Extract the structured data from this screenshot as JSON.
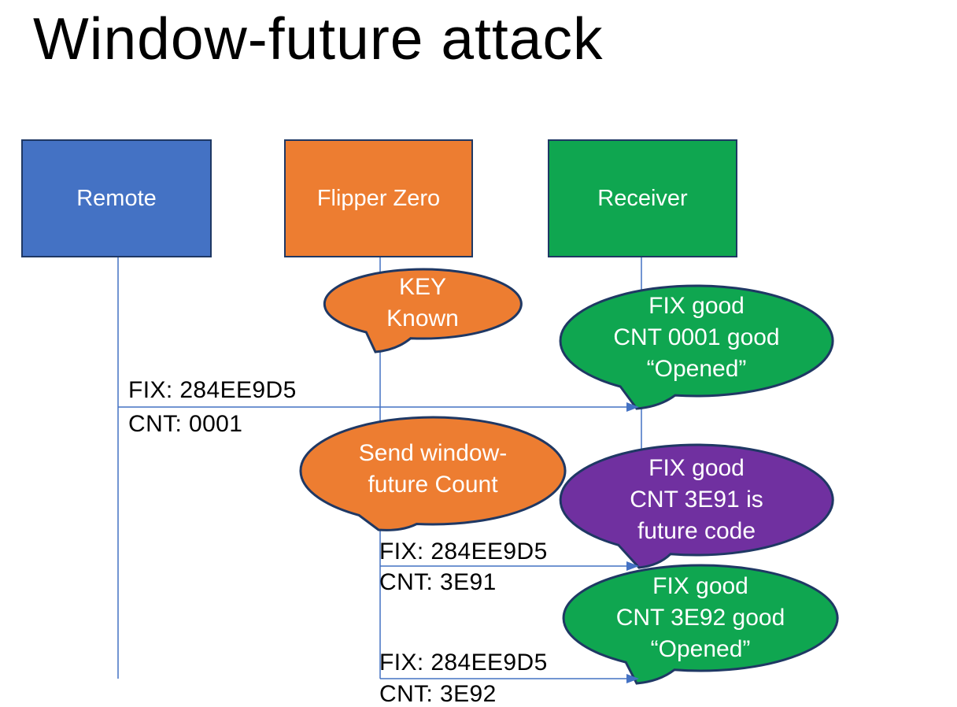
{
  "slide": {
    "title": "Window-future attack"
  },
  "colors": {
    "blue": "#4472C4",
    "orange": "#ED7D31",
    "green": "#0FA650",
    "purple": "#7030A0",
    "outline": "#1F3864",
    "line": "#4472C4"
  },
  "actors": [
    {
      "id": "remote",
      "label": "Remote"
    },
    {
      "id": "flipper",
      "label": "Flipper Zero"
    },
    {
      "id": "receiver",
      "label": "Receiver"
    }
  ],
  "callouts": [
    {
      "id": "key-known",
      "lines": [
        "KEY",
        "Known"
      ]
    },
    {
      "id": "fix-0001",
      "lines": [
        "FIX good",
        "CNT 0001 good",
        "“Opened”"
      ]
    },
    {
      "id": "send-window",
      "lines": [
        "Send window-",
        "future Count"
      ]
    },
    {
      "id": "fix-3e91",
      "lines": [
        "FIX good",
        "CNT 3E91 is",
        "future code"
      ]
    },
    {
      "id": "fix-3e92",
      "lines": [
        "FIX good",
        "CNT 3E92 good",
        "“Opened”"
      ]
    }
  ],
  "messages": [
    {
      "id": "msg1",
      "lines": [
        "FIX: 284EE9D5",
        "CNT: 0001"
      ]
    },
    {
      "id": "msg2",
      "lines": [
        "FIX: 284EE9D5",
        "CNT: 3E91"
      ]
    },
    {
      "id": "msg3",
      "lines": [
        "FIX: 284EE9D5",
        "CNT: 3E92"
      ]
    }
  ]
}
